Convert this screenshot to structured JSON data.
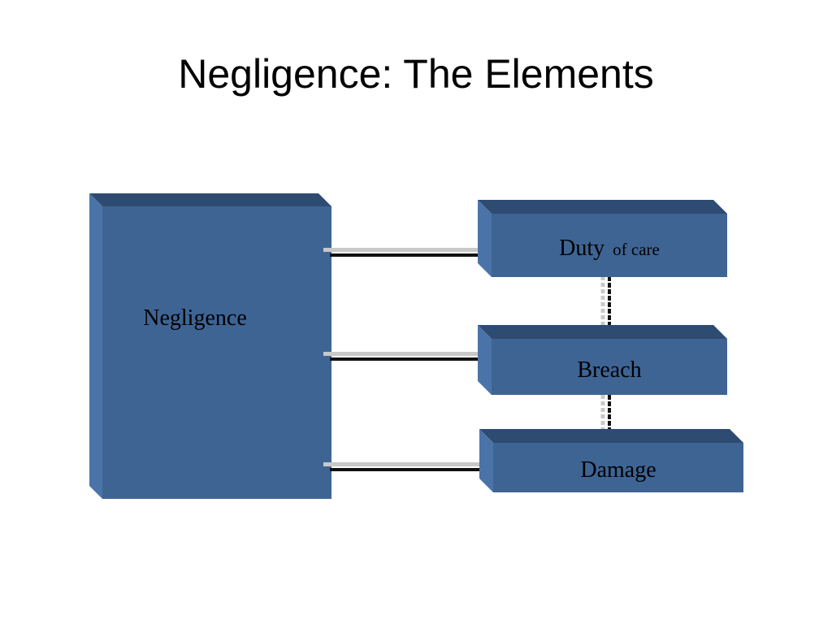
{
  "slide": {
    "title": "Negligence: The Elements"
  },
  "diagram": {
    "main_box": {
      "label": "Negligence"
    },
    "elements": [
      {
        "label_main": "Duty",
        "label_sub": "of care"
      },
      {
        "label_main": "Breach",
        "label_sub": ""
      },
      {
        "label_main": "Damage",
        "label_sub": ""
      }
    ]
  },
  "colors": {
    "box_front": "#3e6494",
    "box_top": "#2e4b72",
    "box_side": "#4a74a8",
    "connector_dark": "#111111",
    "connector_light": "#c8c8c8"
  }
}
